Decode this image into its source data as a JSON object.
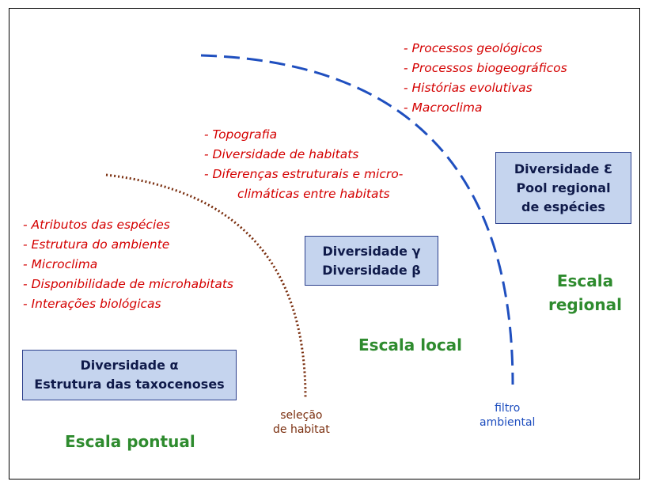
{
  "colors": {
    "factor_text": "#d40000",
    "box_fill": "#c5d4ee",
    "box_border": "#2b3f8c",
    "box_text": "#0f1a4a",
    "scale_text": "#2e8b2e",
    "habitat_filter": "#7a2e0e",
    "environmental_filter": "#1f4fbf"
  },
  "factors": {
    "regional": [
      "- Processos geológicos",
      "- Processos biogeográficos",
      "- Histórias evolutivas",
      "- Macroclima"
    ],
    "local": [
      "- Topografia",
      "- Diversidade de habitats",
      "- Diferenças estruturais e micro-",
      "climáticas entre habitats"
    ],
    "pontual": [
      "- Atributos das espécies",
      "- Estrutura do ambiente",
      "- Microclima",
      "- Disponibilidade de microhabitats",
      "- Interações biológicas"
    ]
  },
  "boxes": {
    "alpha": [
      "Diversidade α",
      "Estrutura das taxocenoses"
    ],
    "gamma_beta": [
      "Diversidade γ",
      "Diversidade β"
    ],
    "epsilon": [
      "Diversidade Ɛ",
      "Pool regional",
      "de espécies"
    ]
  },
  "scales": {
    "pontual": "Escala pontual",
    "local": "Escala local",
    "regional_line1": "Escala",
    "regional_line2": "regional"
  },
  "filters": {
    "habitat": [
      "seleção",
      "de habitat"
    ],
    "environmental": [
      "filtro",
      "ambiental"
    ]
  }
}
